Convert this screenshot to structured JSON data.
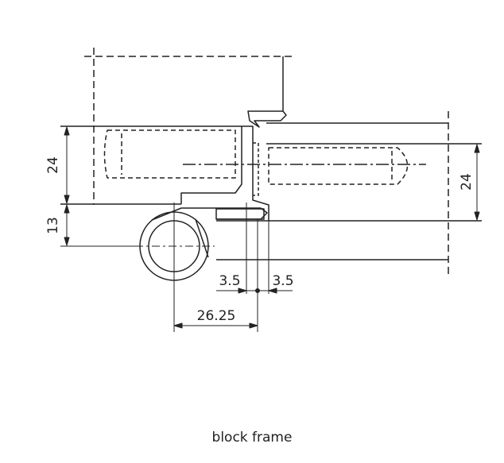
{
  "caption": "block frame",
  "dimensions": {
    "frame_height": "24",
    "offset": "13",
    "leaf_height": "24",
    "gap_left": "3.5",
    "gap_right": "3.5",
    "axis_distance": "26.25"
  },
  "colors": {
    "line": "#222222",
    "background": "#ffffff"
  }
}
